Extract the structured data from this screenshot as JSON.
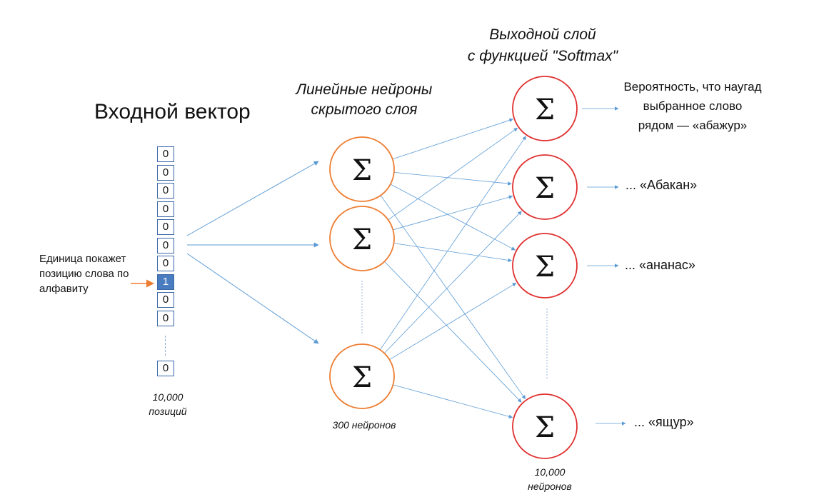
{
  "input": {
    "title": "Входной вектор",
    "cells": [
      "0",
      "0",
      "0",
      "0",
      "0",
      "0",
      "0",
      "1",
      "0",
      "0"
    ],
    "last_cell": "0",
    "count_line1": "10,000",
    "count_line2": "позиций",
    "note": "Единица покажет позицию слова по алфавиту"
  },
  "hidden": {
    "title_line1": "Линейные нейроны",
    "title_line2": "скрытого слоя",
    "symbol": "Σ",
    "count": "300  нейронов"
  },
  "output": {
    "title_line1": "Выходной слой",
    "title_line2": "с функцией \"Softmax\"",
    "symbol": "Σ",
    "count_line1": "10,000",
    "count_line2": "нейронов",
    "labels": {
      "first_line1": "Вероятность, что наугад",
      "first_line2": "выбранное слово",
      "first_line3": "рядом — «абажур»",
      "second": "... «Абакан»",
      "third": "... «ананас»",
      "fourth": "... «ящур»"
    }
  },
  "colors": {
    "arrow": "#5b9bd5",
    "hidden_neuron": "#ed7d31",
    "output_neuron": "#e03030",
    "cell_border": "#3a67a8",
    "cell_active": "#4a7cc0",
    "pointer_arrow": "#ed7d31"
  }
}
